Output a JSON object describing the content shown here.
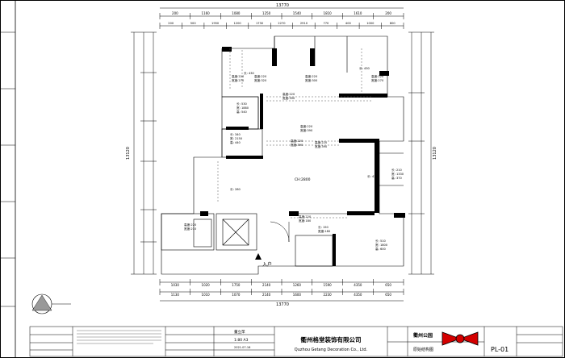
{
  "drawing": {
    "dims_top_total": "13770",
    "dims_top_segments": [
      "200",
      "1160",
      "1080",
      "1250",
      "1540",
      "1810",
      "1610",
      "200"
    ],
    "dims_top_segments2": [
      "200",
      "500",
      "1950",
      "1200",
      "1730",
      "2270",
      "2910",
      "770",
      "400",
      "1000",
      "800"
    ],
    "dims_bottom_segments": [
      "1030",
      "1020",
      "1750",
      "2140",
      "1260",
      "1590",
      "4350",
      "650"
    ],
    "dims_bottom_segments2": [
      "1130",
      "1010",
      "1070",
      "2140",
      "1600",
      "2230",
      "4350",
      "650"
    ],
    "dims_bottom_total": "13770",
    "dims_left_total": "13120",
    "dims_right_total": "13120",
    "entrance_label": "入户",
    "ceiling_label": "CH:2800",
    "room_labels": [
      {
        "t1": "高度:220",
        "t2": "宽度:270"
      },
      {
        "t1": "长: 430"
      },
      {
        "t1": "高度:220",
        "t2": "宽度:320"
      },
      {
        "t1": "高度:220",
        "t2": "宽度:300"
      },
      {
        "t1": "长: 430"
      },
      {
        "t1": "高度:220",
        "t2": "宽度:270"
      },
      {
        "t1": "高度:220",
        "t2": "宽度:390"
      },
      {
        "t1": "长: 530",
        "t2": "宽: 1880",
        "t3": "高: 540"
      },
      {
        "t1": "高度:220",
        "t2": "宽度:390"
      },
      {
        "t1": "长: 340",
        "t2": "宽: 2150",
        "t3": "高: 440"
      },
      {
        "t1": "高度:220",
        "t2": "宽度:390"
      },
      {
        "t1": "高度:220",
        "t2": "宽度:390"
      },
      {
        "t1": "长: 210",
        "t2": "宽: 1330",
        "t3": "高: 370"
      },
      {
        "t1": "长: 430"
      },
      {
        "t1": "长: 280"
      },
      {
        "t1": "高度:220",
        "t2": "宽度:210"
      },
      {
        "t1": "高度:220",
        "t2": "宽度:180"
      },
      {
        "t1": "长: 150",
        "t2": "宽度:180"
      },
      {
        "t1": "长: 510",
        "t2": "宽: 1800",
        "t3": "高: 600"
      }
    ]
  },
  "title_block": {
    "company_cn": "衢州格堂装饰有限公司",
    "company_en": "Quzhou Getang Decoration Co., Ltd.",
    "project": "衢州公园",
    "drawing_name": "原始结构图",
    "sheet_no": "PL-01",
    "scale": "1:80 A3",
    "designer": "董立萍",
    "date": "2021-07-16"
  }
}
